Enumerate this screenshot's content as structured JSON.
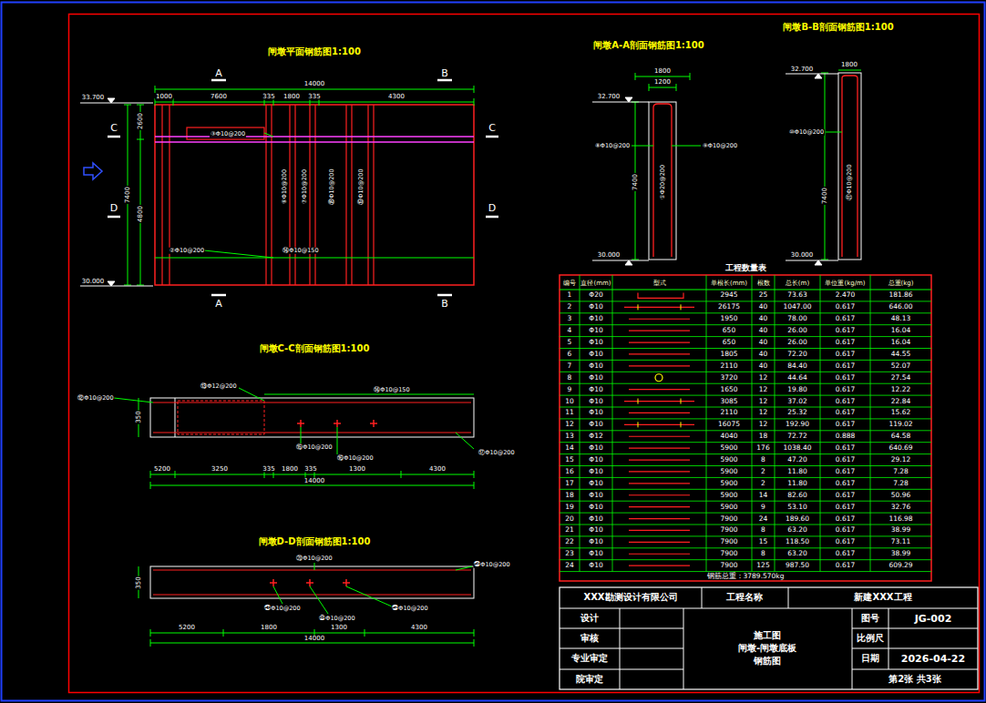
{
  "diagram": {
    "labels": [
      "闸墩平面钢筋图1:100",
      "A",
      "B",
      "14000",
      "1000",
      "7600",
      "335",
      "1800",
      "335",
      "4300",
      "33.700",
      "C",
      "C",
      "D",
      "D",
      "7400",
      "2600",
      "4800",
      "30.000",
      "A",
      "B",
      "③Φ10@200",
      "②Φ10@200",
      "⑭Φ10@150",
      "⑥Φ10@200",
      "⑦Φ10@200",
      "⑱Φ10@200",
      "⑲Φ10@200",
      "闸墩A-A剖面钢筋图1:100",
      "1800",
      "1200",
      "32.700",
      "⑧Φ10@200",
      "⑨Φ10@200",
      "7400",
      "①Φ20@200",
      "30.000",
      "闸墩B-B剖面钢筋图1:100",
      "1800",
      "32.700",
      "⑩Φ10@200",
      "7400",
      "⑪Φ10@200",
      "30.000",
      "闸墩C-C剖面钢筋图1:100",
      "⑫Φ10@200",
      "⑬Φ12@200",
      "⑭Φ10@150",
      "⑮Φ10@200",
      "⑯Φ10@200",
      "⑰Φ10@200",
      "350",
      "5200",
      "3250",
      "335",
      "1800",
      "335",
      "1300",
      "4300",
      "14000",
      "闸墩D-D剖面钢筋图1:100",
      "⑳Φ10@200",
      "㉔Φ10@200",
      "㉑Φ10@200",
      "㉒Φ10@200",
      "㉓Φ10@200",
      "350",
      "5200",
      "1800",
      "1300",
      "4300",
      "14000",
      "工程数量表",
      "编号",
      "直径(mm)",
      "型式",
      "单根长(mm)",
      "根数",
      "总长(m)",
      "单位重(kg/m)",
      "总重(kg)",
      "1",
      "Φ20",
      "2945",
      "25",
      "73.63",
      "2.470",
      "181.86",
      "2",
      "Φ10",
      "26175",
      "40",
      "1047.00",
      "0.617",
      "646.00",
      "3",
      "Φ10",
      "1950",
      "40",
      "78.00",
      "0.617",
      "48.13",
      "4",
      "Φ10",
      "650",
      "40",
      "26.00",
      "0.617",
      "16.04",
      "5",
      "Φ10",
      "650",
      "40",
      "26.00",
      "0.617",
      "16.04",
      "6",
      "Φ10",
      "1805",
      "40",
      "72.20",
      "0.617",
      "44.55",
      "7",
      "Φ10",
      "2110",
      "40",
      "84.40",
      "0.617",
      "52.07",
      "8",
      "Φ10",
      "3720",
      "12",
      "44.64",
      "0.617",
      "27.54",
      "9",
      "Φ10",
      "1650",
      "12",
      "19.80",
      "0.617",
      "12.22",
      "10",
      "Φ10",
      "3085",
      "12",
      "37.02",
      "0.617",
      "22.84",
      "11",
      "Φ10",
      "2110",
      "12",
      "25.32",
      "0.617",
      "15.62",
      "12",
      "Φ10",
      "16075",
      "12",
      "192.90",
      "0.617",
      "119.02",
      "13",
      "Φ12",
      "4040",
      "18",
      "72.72",
      "0.888",
      "64.58",
      "14",
      "Φ10",
      "5900",
      "176",
      "1038.40",
      "0.617",
      "640.69",
      "15",
      "Φ10",
      "5900",
      "8",
      "47.20",
      "0.617",
      "29.12",
      "16",
      "Φ10",
      "5900",
      "2",
      "11.80",
      "0.617",
      "7.28",
      "17",
      "Φ10",
      "5900",
      "2",
      "11.80",
      "0.617",
      "7.28",
      "18",
      "Φ10",
      "5900",
      "14",
      "82.60",
      "0.617",
      "50.96",
      "19",
      "Φ10",
      "5900",
      "9",
      "53.10",
      "0.617",
      "32.76",
      "20",
      "Φ10",
      "7900",
      "24",
      "189.60",
      "0.617",
      "116.98",
      "21",
      "Φ10",
      "7900",
      "8",
      "63.20",
      "0.617",
      "38.99",
      "22",
      "Φ10",
      "7900",
      "15",
      "118.50",
      "0.617",
      "73.11",
      "23",
      "Φ10",
      "7900",
      "8",
      "63.20",
      "0.617",
      "38.99",
      "24",
      "Φ10",
      "7900",
      "125",
      "987.50",
      "0.617",
      "609.29",
      "钢筋总重：3789.570kg",
      "XXX勘测设计有限公司",
      "工程名称",
      "新建XXX工程",
      "设计",
      "审核",
      "专业审定",
      "院审定",
      "施工图",
      "闸墩-闸墩底板",
      "钢筋图",
      "图号",
      "JG-002",
      "比例尺",
      "日期",
      "2026-04-22",
      "第2张 共3张"
    ]
  }
}
